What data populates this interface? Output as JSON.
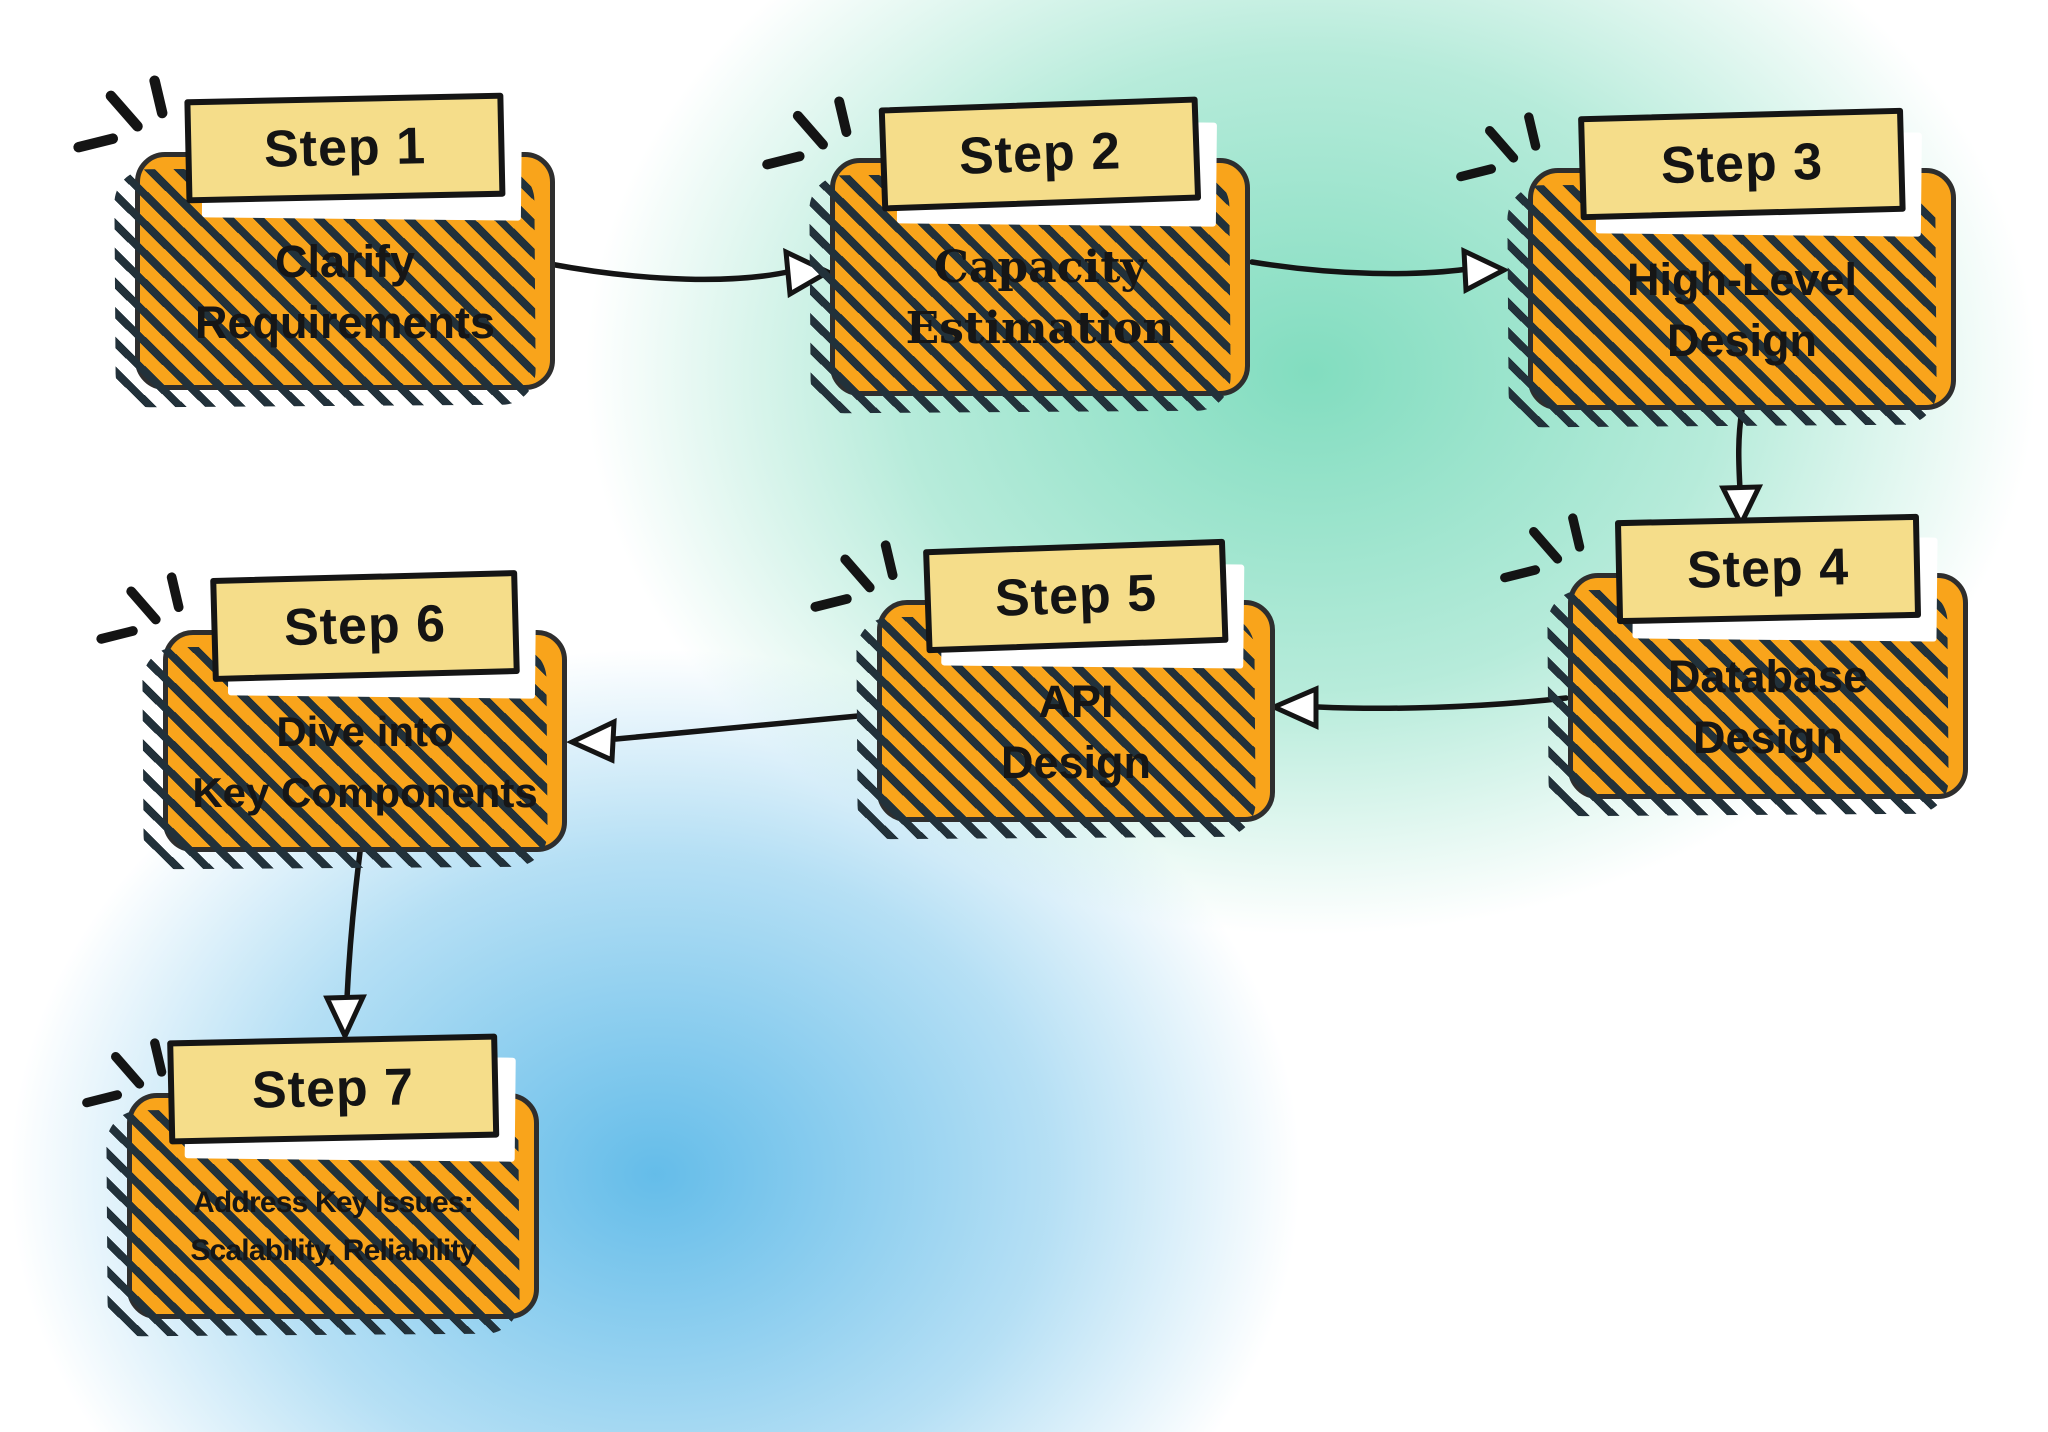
{
  "palette": {
    "box_fill": "#F9A41B",
    "tab_fill": "#F5DD8A",
    "outline": "#1E1E1E",
    "text": "#161616",
    "background_teal": "#7BDBBC",
    "background_blue": "#5CB9E8",
    "background_base": "#FFFFFF",
    "tab_shadow": "#FFFFFF"
  },
  "steps": [
    {
      "label": "Step 1",
      "lines": [
        "Clarify",
        "Requirements"
      ]
    },
    {
      "label": "Step 2",
      "lines": [
        "Capacity",
        "Estimation"
      ]
    },
    {
      "label": "Step 3",
      "lines": [
        "High-Level",
        "Design"
      ]
    },
    {
      "label": "Step 4",
      "lines": [
        "Database",
        "Design"
      ]
    },
    {
      "label": "Step 5",
      "lines": [
        "API",
        "Design"
      ]
    },
    {
      "label": "Step 6",
      "lines": [
        "Dive into",
        "Key Components"
      ]
    },
    {
      "label": "Step 7",
      "lines": [
        "Address Key Issues:",
        "Scalability, Reliability"
      ]
    }
  ],
  "arrows": [
    {
      "from": "Step 1",
      "to": "Step 2"
    },
    {
      "from": "Step 2",
      "to": "Step 3"
    },
    {
      "from": "Step 3",
      "to": "Step 4"
    },
    {
      "from": "Step 4",
      "to": "Step 5"
    },
    {
      "from": "Step 5",
      "to": "Step 6"
    },
    {
      "from": "Step 6",
      "to": "Step 7"
    }
  ]
}
